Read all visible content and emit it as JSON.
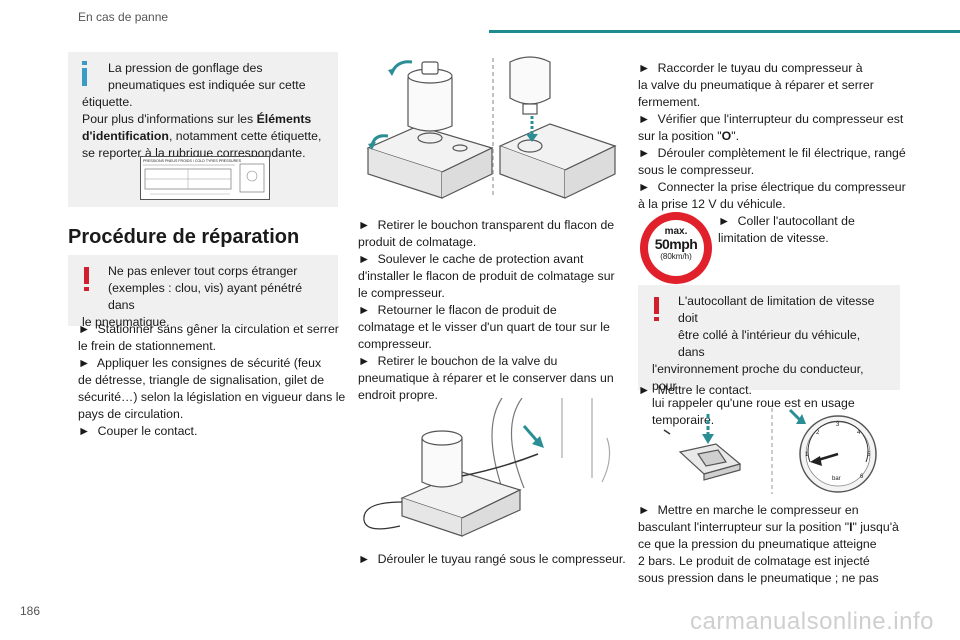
{
  "header": {
    "title": "En cas de panne",
    "page_number": "186"
  },
  "colors": {
    "accent": "#1e8a8d",
    "info": "#3a9cc4",
    "warning": "#d0202e"
  },
  "watermark": "carmanualsonline.info",
  "bullet_symbol": "►",
  "col1": {
    "info_note": {
      "line1": "La pression de gonflage des",
      "line2": "pneumatiques est indiquée sur cette",
      "line3": "étiquette.",
      "line4": "Pour plus d'informations sur les ",
      "line4_bold": "Éléments",
      "line5_bold": "d'identification",
      "line5": ", notamment cette étiquette,",
      "line6": "se reporter à la rubrique correspondante."
    },
    "label_image": {
      "header_text": "PRESSIONS PNEUS FROIDS / COLD TYRES PRESSURES"
    },
    "section_title": "Procédure de réparation",
    "warning_note": {
      "line1": "Ne pas enlever tout corps étranger",
      "line2": "(exemples : clou, vis) ayant pénétré dans",
      "line3": "le pneumatique."
    },
    "steps": [
      [
        "Stationner sans gêner la circulation et serrer",
        "le frein de stationnement."
      ],
      [
        "Appliquer les consignes de sécurité (feux",
        "de détresse, triangle de signalisation, gilet de",
        "sécurité…) selon la législation en vigueur dans le",
        "pays de circulation."
      ],
      [
        "Couper le contact."
      ]
    ]
  },
  "col2": {
    "steps": [
      [
        "Retirer le bouchon transparent du flacon de",
        "produit de colmatage."
      ],
      [
        "Soulever le cache de protection avant",
        "d'installer le flacon de produit de colmatage sur",
        "le compresseur."
      ],
      [
        "Retourner le flacon de produit de",
        "colmatage et le visser d'un quart de tour sur le",
        "compresseur."
      ],
      [
        "Retirer le bouchon de la valve du",
        "pneumatique à réparer et le conserver dans un",
        "endroit propre."
      ]
    ],
    "last_step": "Dérouler le tuyau rangé sous le compresseur."
  },
  "col3": {
    "steps": [
      [
        "Raccorder le tuyau du compresseur à",
        "la valve du pneumatique à réparer et serrer",
        "fermement."
      ],
      [
        "Vérifier que l'interrupteur du compresseur est",
        "sur la position \"",
        "O",
        "\"."
      ],
      [
        "Dérouler complètement le fil électrique, rangé",
        "sous le compresseur."
      ],
      [
        "Connecter la prise électrique du compresseur",
        "à la prise 12 V du véhicule."
      ]
    ],
    "speed_sign": {
      "top": "max.",
      "main": "50mph",
      "sub": "(80km/h)"
    },
    "sticker_step": [
      "Coller l'autocollant de",
      "limitation de vitesse."
    ],
    "warning_note": {
      "line1": "L'autocollant de limitation de vitesse doit",
      "line2": "être collé à l'intérieur du véhicule, dans",
      "line3": "l'environnement proche du conducteur, pour",
      "line4": "lui rappeler qu'une roue est en usage",
      "line5": "temporaire."
    },
    "ignition_step": "Mettre le contact.",
    "gauge": {
      "ticks": [
        "1",
        "2",
        "3",
        "4",
        "5",
        "6"
      ],
      "unit": "bar"
    },
    "final_step": {
      "line1": "Mettre en marche le compresseur en",
      "line2a": "basculant l'interrupteur sur la position \"",
      "line2b": "I",
      "line2c": "\" jusqu'à",
      "line3": "ce que la pression du pneumatique atteigne",
      "line4": "2 bars. Le produit de colmatage est injecté",
      "line5": "sous pression dans le pneumatique ; ne pas"
    }
  }
}
